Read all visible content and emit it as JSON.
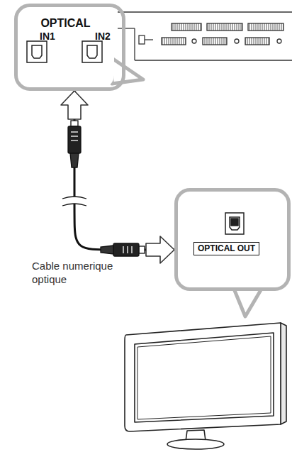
{
  "diagram": {
    "nodes": [
      {
        "text": [
          "OPTICAL",
          "IN1",
          "IN2"
        ]
      },
      {
        "text": [
          "OPTICAL OUT"
        ]
      }
    ],
    "edges": [
      {
        "from": 1,
        "to": 0,
        "arrow": "both",
        "label": "Cable numerique optique"
      }
    ]
  }
}
